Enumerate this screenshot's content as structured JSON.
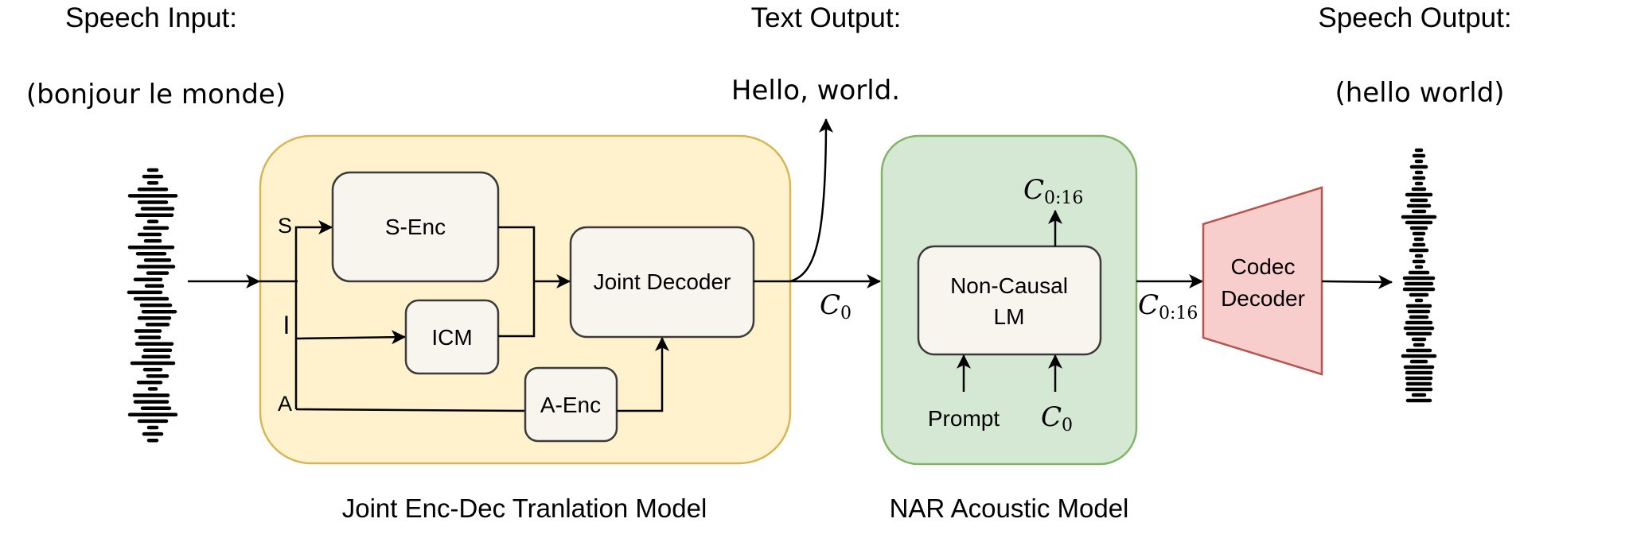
{
  "labels": {
    "speech_input_title": "Speech Input:",
    "speech_input_text": "(bonjour le monde)",
    "text_output_title": "Text Output:",
    "text_output_text": "Hello, world.",
    "speech_output_title": "Speech Output:",
    "speech_output_text": "(hello world)"
  },
  "translation_model": {
    "caption": "Joint Enc-Dec Tranlation Model",
    "color_fill": "#fff2cc",
    "color_stroke": "#d6b656",
    "branch_labels": {
      "s": "S",
      "i": "I",
      "a": "A"
    },
    "blocks": {
      "s_enc": "S-Enc",
      "icm": "ICM",
      "a_enc": "A-Enc",
      "joint_decoder": "Joint Decoder"
    }
  },
  "acoustic_model": {
    "caption": "NAR Acoustic Model",
    "color_fill": "#d5e8d4",
    "color_stroke": "#82b366",
    "block_line1": "Non-Causal",
    "block_line2": "LM",
    "output_symbol": {
      "base": "C",
      "sub": "0:16"
    },
    "input_prompt": "Prompt",
    "input_symbol": {
      "base": "C",
      "sub": "0"
    }
  },
  "connections": {
    "c0_label": {
      "base": "C",
      "sub": "0"
    },
    "c016_label": {
      "base": "C",
      "sub": "0:16"
    }
  },
  "codec_decoder": {
    "line1": "Codec",
    "line2": "Decoder",
    "color_fill": "#f8cecc",
    "color_stroke": "#b85450"
  },
  "icons": {
    "input_waveform": "speech-waveform-icon",
    "output_waveform": "speech-waveform-icon"
  }
}
